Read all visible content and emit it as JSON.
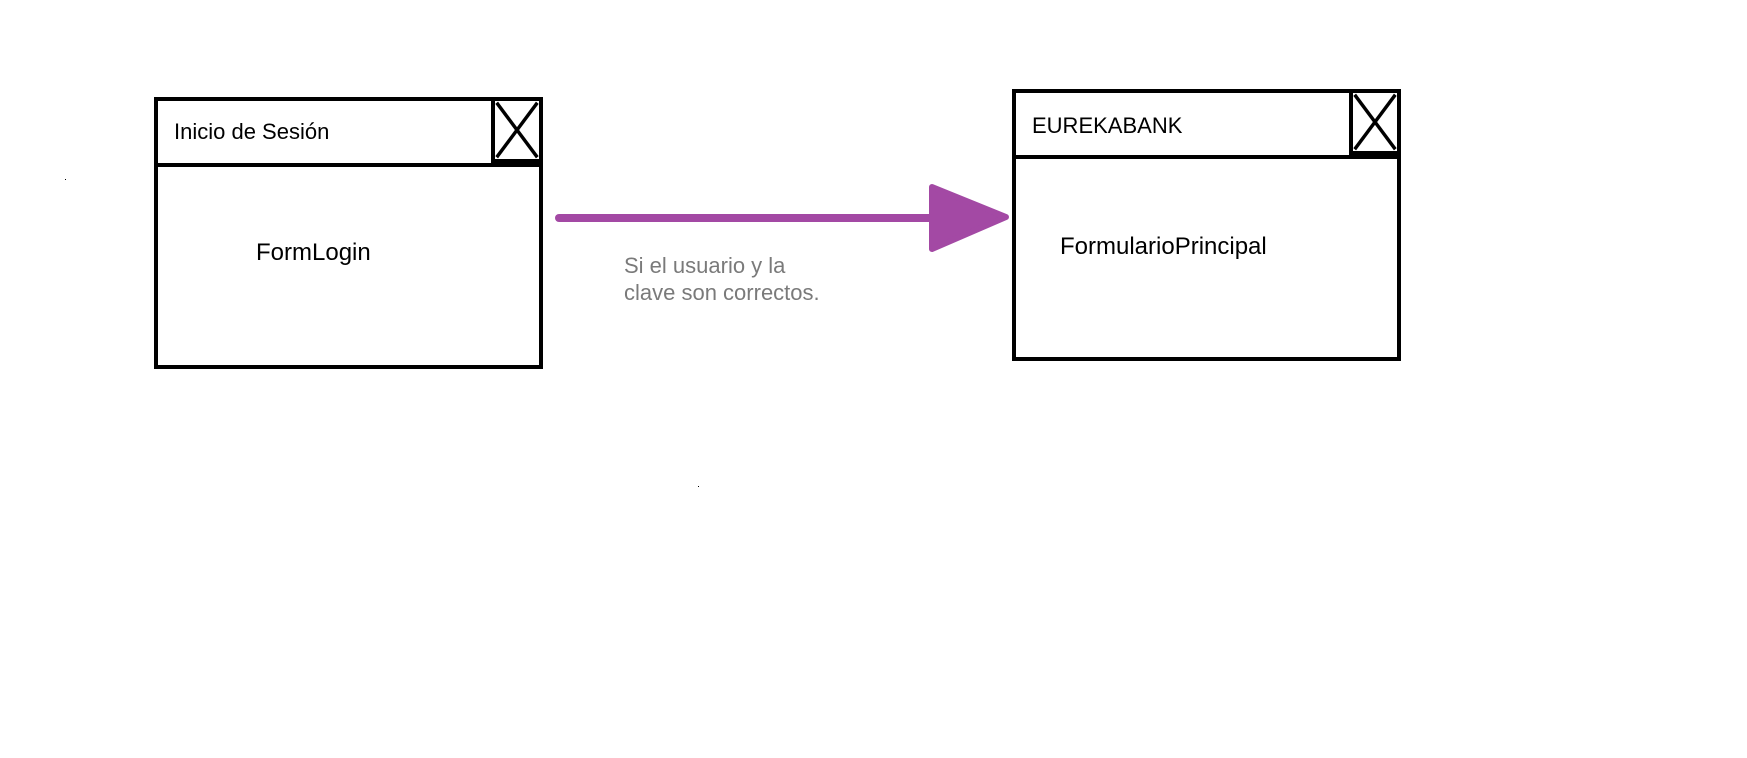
{
  "windows": {
    "login": {
      "title": "Inicio de Sesión",
      "form_name": "FormLogin",
      "close_icon": "close-x-icon"
    },
    "main": {
      "title": "EUREKABANK",
      "form_name": "FormularioPrincipal",
      "close_icon": "close-x-icon"
    }
  },
  "transition": {
    "condition_line1": "Si el usuario y la",
    "condition_line2": "clave son correctos.",
    "arrow_color": "#a349a4",
    "label_color": "#7a7a7a"
  }
}
